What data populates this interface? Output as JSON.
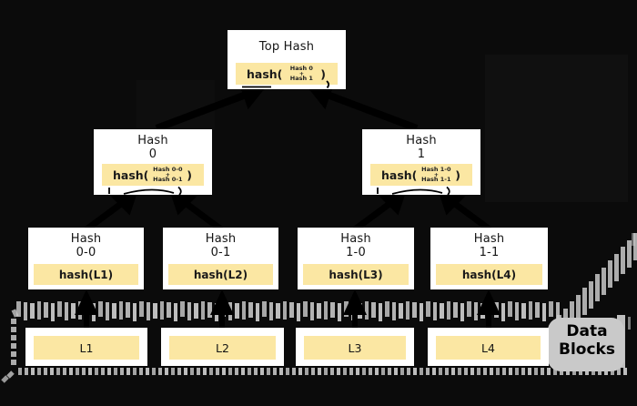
{
  "nodes": {
    "top": {
      "title": "Top Hash",
      "fn": "hash(",
      "arg1": "Hash 0",
      "op": "+",
      "arg2": "Hash 1",
      "close": ")"
    },
    "hash0": {
      "title1": "Hash",
      "title2": "0",
      "fn": "hash(",
      "arg1": "Hash 0-0",
      "op": "+",
      "arg2": "Hash 0-1",
      "close": ")"
    },
    "hash1": {
      "title1": "Hash",
      "title2": "1",
      "fn": "hash(",
      "arg1": "Hash 1-0",
      "op": "+",
      "arg2": "Hash 1-1",
      "close": ")"
    },
    "hash00": {
      "title1": "Hash",
      "title2": "0-0",
      "value": "hash(L1)"
    },
    "hash01": {
      "title1": "Hash",
      "title2": "0-1",
      "value": "hash(L2)"
    },
    "hash10": {
      "title1": "Hash",
      "title2": "1-0",
      "value": "hash(L3)"
    },
    "hash11": {
      "title1": "Hash",
      "title2": "1-1",
      "value": "hash(L4)"
    }
  },
  "leaves": [
    {
      "label": "L1"
    },
    {
      "label": "L2"
    },
    {
      "label": "L3"
    },
    {
      "label": "L4"
    }
  ],
  "data_blocks": {
    "line1": "Data",
    "line2": "Blocks"
  },
  "colors": {
    "background": "#0b0b0b",
    "box": "#ffffff",
    "highlight": "#fbe7a3",
    "dash": "#c9c9c9",
    "arrow": "#000000",
    "text": "#151515"
  }
}
